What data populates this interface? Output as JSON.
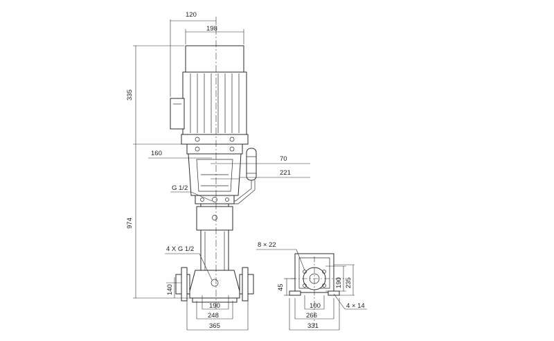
{
  "drawing": {
    "side_view": {
      "top_offset_dim": "120",
      "motor_width_dim": "198",
      "motor_height_dim": "335",
      "total_height_dim": "974",
      "coupling_dim": "160",
      "accessory_dim_a": "70",
      "accessory_dim_b": "221",
      "drain_label": "G 1/2",
      "ports_label": "4 X G 1/2",
      "inlet_height_dim": "140",
      "base_dim_a": "190",
      "base_dim_b": "248",
      "base_dim_c": "365"
    },
    "base_view": {
      "holes_label": "8 × 22",
      "base_height_dim": "45",
      "flange_dim_a": "190",
      "flange_dim_b": "235",
      "inner_width_dim": "100",
      "mid_width_dim": "266",
      "outer_width_dim": "331",
      "mount_holes_label": "4 × 14"
    }
  }
}
